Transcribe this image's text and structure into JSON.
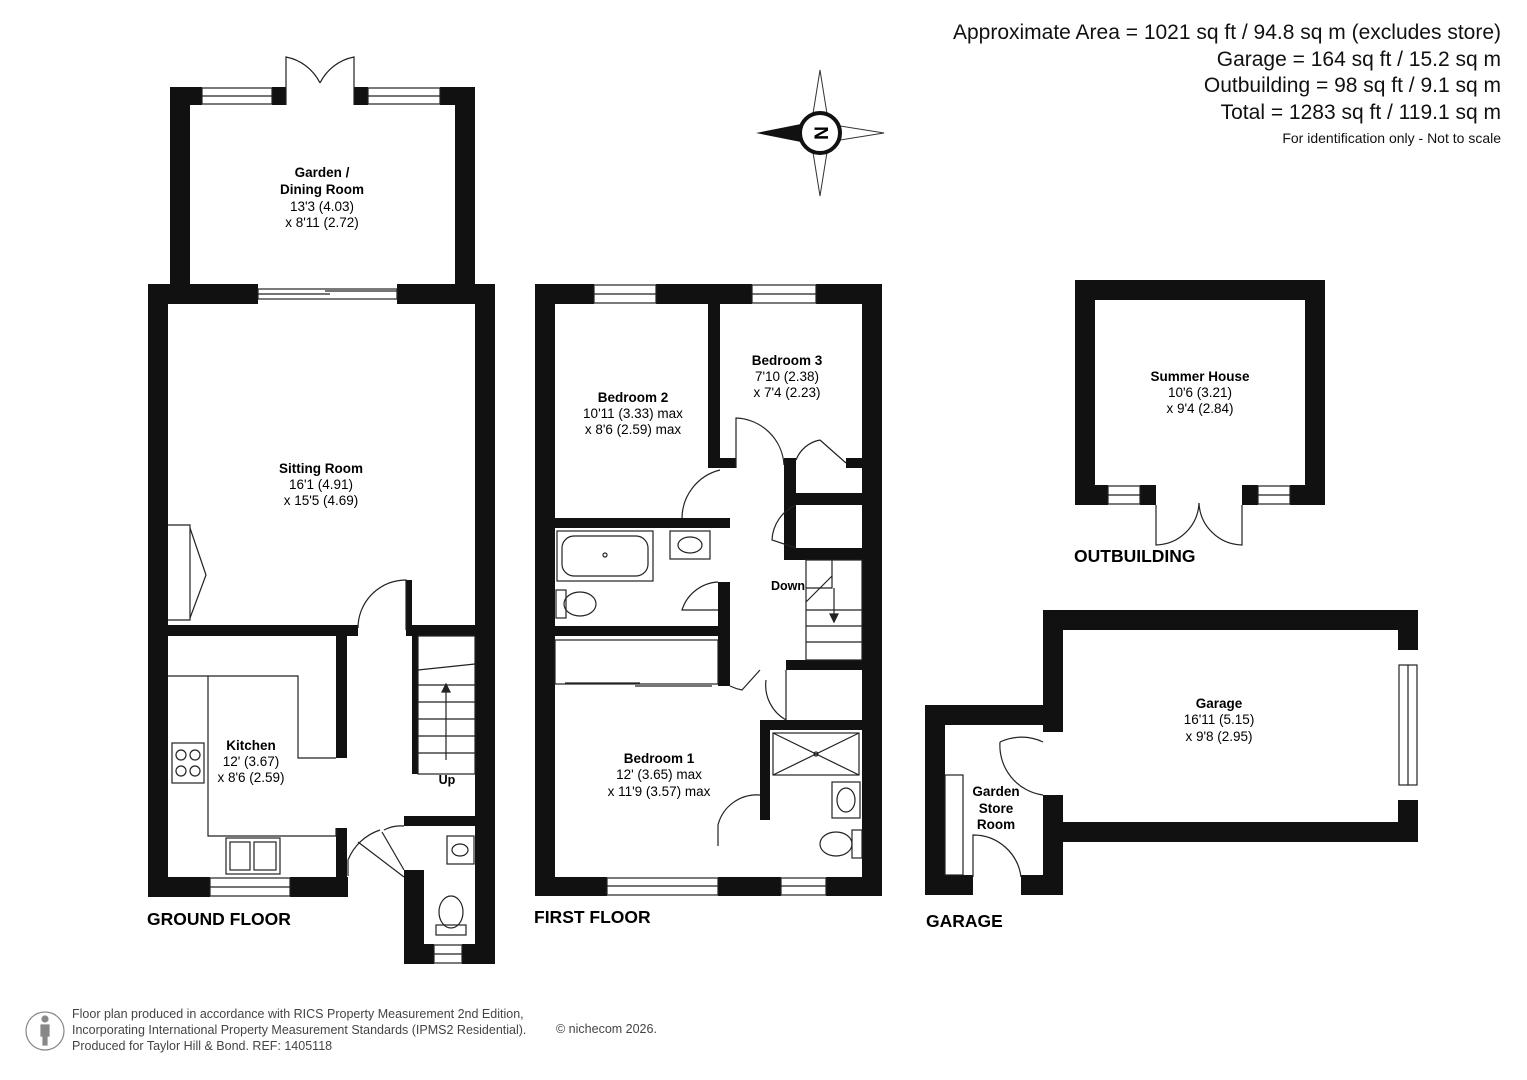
{
  "areas": {
    "approximate": "Approximate Area = 1021 sq ft / 94.8 sq m (excludes store)",
    "garage": "Garage = 164 sq ft / 15.2 sq m",
    "outbuilding": "Outbuilding = 98 sq ft / 9.1 sq m",
    "total": "Total = 1283 sq ft / 119.1 sq m",
    "note": "For identification only - Not to scale"
  },
  "compass": {
    "label": "N"
  },
  "floors": {
    "ground": "GROUND FLOOR",
    "first": "FIRST FLOOR",
    "garage": "GARAGE",
    "outbuilding": "OUTBUILDING"
  },
  "rooms": {
    "garden_dining": {
      "name_line1": "Garden /",
      "name_line2": "Dining Room",
      "dim1": "13'3 (4.03)",
      "dim2": "x 8'11 (2.72)"
    },
    "sitting": {
      "name": "Sitting Room",
      "dim1": "16'1 (4.91)",
      "dim2": "x 15'5 (4.69)"
    },
    "kitchen": {
      "name": "Kitchen",
      "dim1": "12' (3.67)",
      "dim2": "x 8'6 (2.59)"
    },
    "bedroom2": {
      "name": "Bedroom 2",
      "dim1": "10'11 (3.33) max",
      "dim2": "x 8'6 (2.59) max"
    },
    "bedroom3": {
      "name": "Bedroom 3",
      "dim1": "7'10 (2.38)",
      "dim2": "x 7'4 (2.23)"
    },
    "bedroom1": {
      "name": "Bedroom 1",
      "dim1": "12' (3.65) max",
      "dim2": "x 11'9 (3.57) max"
    },
    "summer_house": {
      "name": "Summer House",
      "dim1": "10'6 (3.21)",
      "dim2": "x 9'4 (2.84)"
    },
    "garage": {
      "name": "Garage",
      "dim1": "16'11 (5.15)",
      "dim2": "x 9'8 (2.95)"
    },
    "garden_store": {
      "line1": "Garden",
      "line2": "Store",
      "line3": "Room"
    }
  },
  "stairs": {
    "up": "Up",
    "down": "Down"
  },
  "footer": {
    "line1": "Floor plan produced in accordance with RICS Property Measurement 2nd Edition,",
    "line2": "Incorporating International Property Measurement Standards (IPMS2 Residential).",
    "line3": "Produced for Taylor Hill & Bond.   REF: 1405118",
    "copyright": "© nichecom 2026."
  },
  "colors": {
    "wall": "#111111",
    "text": "#111111",
    "footer_text": "#444444"
  }
}
